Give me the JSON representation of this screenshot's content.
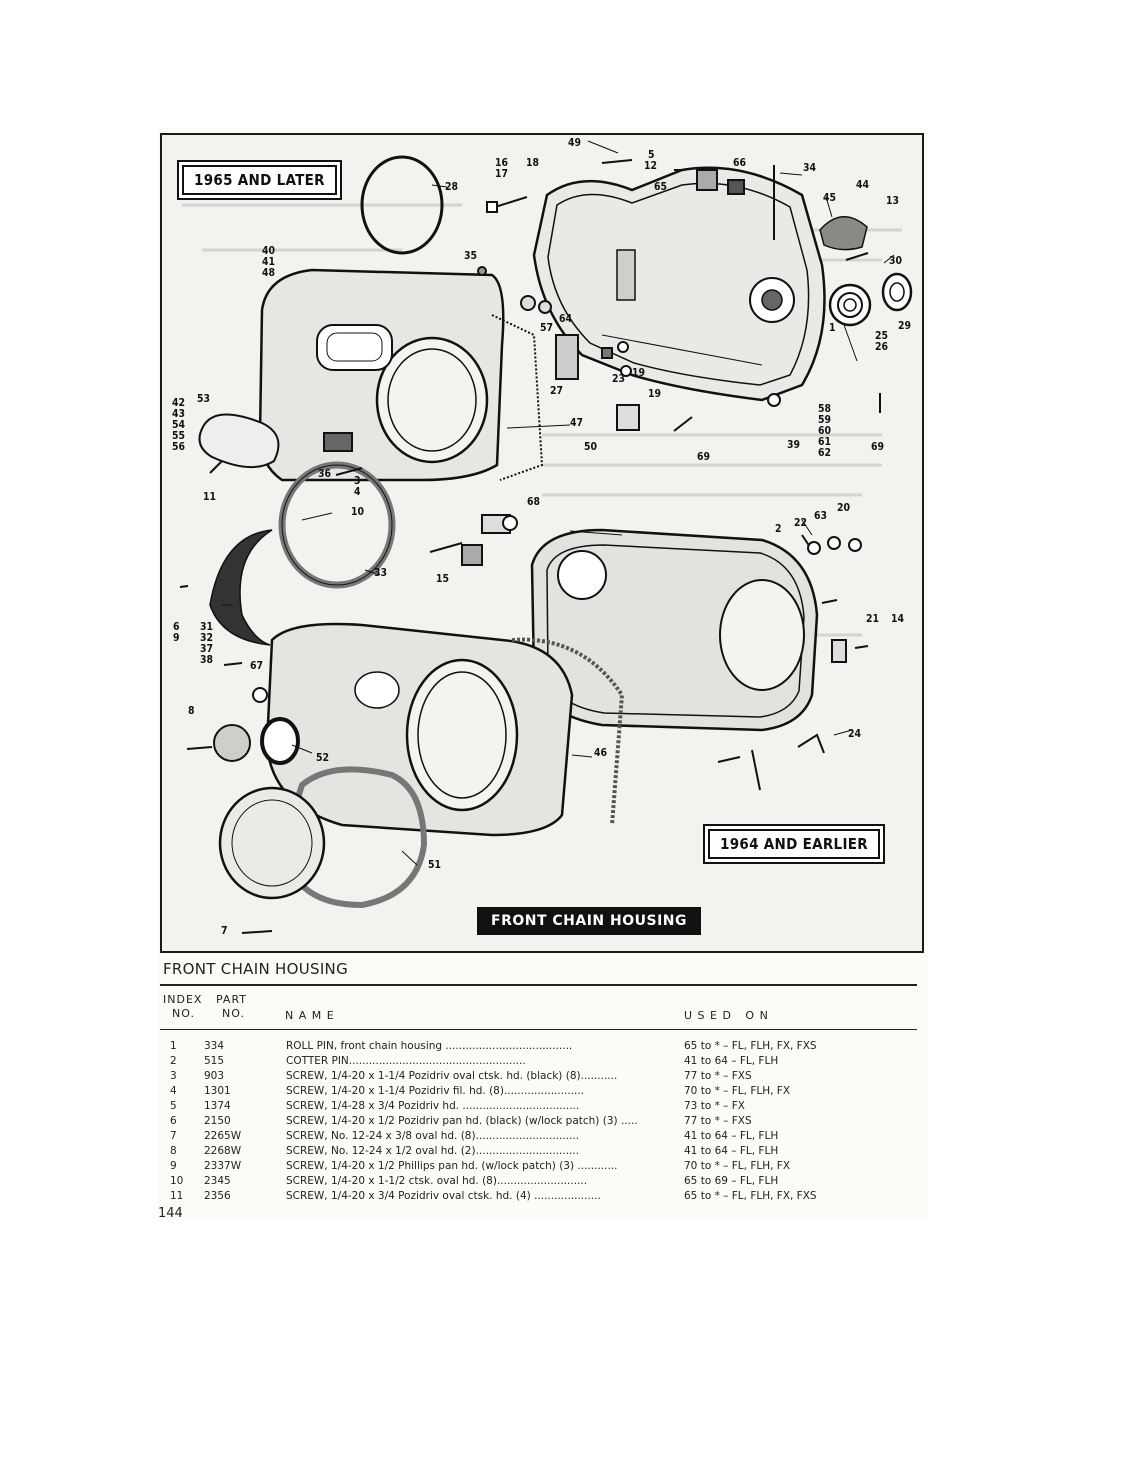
{
  "figure": {
    "label_later": "1965 AND LATER",
    "label_earlier": "1964 AND EARLIER",
    "band_title": "FRONT CHAIN HOUSING",
    "callouts": {
      "c49": "49",
      "c16": "16",
      "c17": "17",
      "c18": "18",
      "c5": "5",
      "c12": "12",
      "c65": "65",
      "c66": "66",
      "c34": "34",
      "c28": "28",
      "c44": "44",
      "c45": "45",
      "c13": "13",
      "c35": "35",
      "c40": "40",
      "c41": "41",
      "c48": "48",
      "c30": "30",
      "c64": "64",
      "c57": "57",
      "c25": "25",
      "c26": "26",
      "c29": "29",
      "c1a": "1",
      "c23": "23",
      "c19a": "19",
      "c27": "27",
      "c19b": "19",
      "c42": "42",
      "c43": "43",
      "c54": "54",
      "c55": "55",
      "c56": "56",
      "c53": "53",
      "c47": "47",
      "c50": "50",
      "c69a": "69",
      "c58": "58",
      "c59": "59",
      "c60": "60",
      "c61": "61",
      "c62": "62",
      "c39": "39",
      "c69b": "69",
      "c11": "11",
      "c36": "36",
      "c3": "3",
      "c4": "4",
      "c10": "10",
      "c68": "68",
      "c2": "2",
      "c22": "22",
      "c63": "63",
      "c20": "20",
      "c15": "15",
      "c33": "33",
      "c6": "6",
      "c9": "9",
      "c31": "31",
      "c32": "32",
      "c37": "37",
      "c38": "38",
      "c67": "67",
      "c21": "21",
      "c14": "14",
      "c8": "8",
      "c52": "52",
      "c46": "46",
      "c24": "24",
      "c51": "51",
      "c7": "7"
    }
  },
  "section_title": "FRONT CHAIN HOUSING",
  "columns": {
    "index_top": "INDEX",
    "index_bottom": "NO.",
    "part_top": "PART",
    "part_bottom": "NO.",
    "name": "N A M E",
    "used_on": "U S E D   O N"
  },
  "rows": [
    {
      "index": "1",
      "part": "334",
      "name": "ROLL PIN, front chain housing ......................................",
      "used": "65 to * – FL, FLH, FX, FXS"
    },
    {
      "index": "2",
      "part": "515",
      "name": "COTTER PIN.....................................................",
      "used": "41 to 64 – FL, FLH"
    },
    {
      "index": "3",
      "part": "903",
      "name": "SCREW, 1/4-20 x 1-1/4 Pozidriv oval ctsk. hd. (black) (8)...........",
      "used": "77 to * – FXS"
    },
    {
      "index": "4",
      "part": "1301",
      "name": "SCREW, 1/4-20 x 1-1/4 Pozidriv fil. hd. (8)........................",
      "used": "70 to * – FL, FLH, FX"
    },
    {
      "index": "5",
      "part": "1374",
      "name": "SCREW, 1/4-28 x 3/4 Pozidriv hd. ...................................",
      "used": "73 to * – FX"
    },
    {
      "index": "6",
      "part": "2150",
      "name": "SCREW, 1/4-20 x 1/2 Pozidriv pan hd. (black) (w/lock patch) (3) .....",
      "used": "77 to * – FXS"
    },
    {
      "index": "7",
      "part": "2265W",
      "name": "SCREW, No. 12-24 x 3/8 oval hd. (8)...............................",
      "used": "41 to 64 – FL, FLH"
    },
    {
      "index": "8",
      "part": "2268W",
      "name": "SCREW, No. 12-24 x 1/2 oval hd. (2)...............................",
      "used": "41 to 64 – FL, FLH"
    },
    {
      "index": "9",
      "part": "2337W",
      "name": "SCREW, 1/4-20 x 1/2 Phillips pan hd. (w/lock patch) (3) ............",
      "used": "70 to * – FL, FLH, FX"
    },
    {
      "index": "10",
      "part": "2345",
      "name": "SCREW, 1/4-20 x 1-1/2 ctsk. oval hd. (8)...........................",
      "used": "65 to 69 – FL, FLH"
    },
    {
      "index": "11",
      "part": "2356",
      "name": "SCREW, 1/4-20 x 3/4 Pozidriv oval ctsk. hd. (4) ....................",
      "used": "65 to * – FL, FLH, FX, FXS"
    }
  ],
  "page_number": "144"
}
